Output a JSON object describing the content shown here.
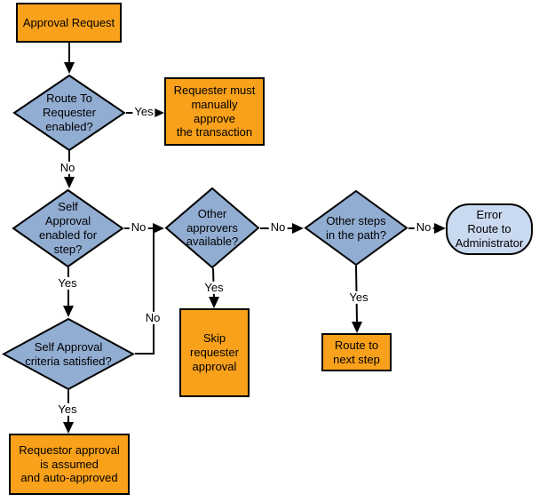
{
  "diagram": {
    "description": "Approval request routing flowchart",
    "colors": {
      "process_fill": "#F9A11B",
      "decision_fill": "#92ADD2",
      "terminal_fill": "#C9D9F0",
      "line": "#000000",
      "text": "#000000",
      "background": "#FFFFFF"
    },
    "nodes": {
      "approval_request": {
        "type": "process",
        "label": "Approval Request"
      },
      "route_to_requester": {
        "type": "decision",
        "label": "Route To\nRequester\nenabled?"
      },
      "requester_must_approve": {
        "type": "process",
        "label": "Requester must\nmanually\napprove\nthe transaction"
      },
      "self_approval_enabled": {
        "type": "decision",
        "label": "Self\nApproval\nenabled for\nstep?"
      },
      "self_approval_criteria": {
        "type": "decision",
        "label": "Self Approval\ncriteria satisfied?"
      },
      "requestor_auto_approved": {
        "type": "process",
        "label": "Requestor approval\nis assumed\nand auto-approved"
      },
      "other_approvers": {
        "type": "decision",
        "label": "Other\napprovers\navailable?"
      },
      "skip_requester_approval": {
        "type": "process",
        "label": "Skip\nrequester\napproval"
      },
      "other_steps": {
        "type": "decision",
        "label": "Other steps\nin the path?"
      },
      "route_to_next_step": {
        "type": "process",
        "label": "Route to\nnext step"
      },
      "error_route_administrator": {
        "type": "terminal",
        "label": "Error\nRoute to\nAdministrator"
      }
    },
    "edge_labels": {
      "route_to_requester_yes": "Yes",
      "route_to_requester_no": "No",
      "self_approval_enabled_no": "No",
      "self_approval_enabled_yes": "Yes",
      "self_approval_criteria_no": "No",
      "self_approval_criteria_yes": "Yes",
      "other_approvers_no": "No",
      "other_approvers_yes": "Yes",
      "other_steps_no": "No",
      "other_steps_yes": "Yes"
    }
  }
}
